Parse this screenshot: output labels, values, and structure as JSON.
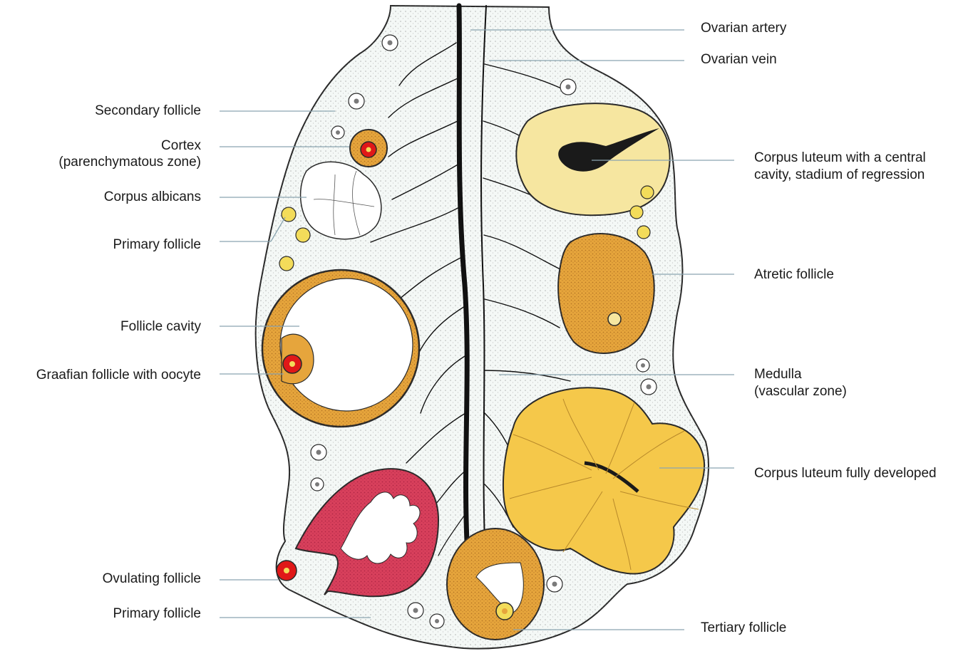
{
  "diagram": {
    "labels_left": {
      "secondary_follicle": "Secondary follicle",
      "cortex_line1": "Cortex",
      "cortex_line2": "(parenchymatous zone)",
      "corpus_albicans": "Corpus albicans",
      "primary_follicle_upper": "Primary follicle",
      "follicle_cavity": "Follicle cavity",
      "graafian_follicle": "Graafian follicle with oocyte",
      "ovulating_follicle": "Ovulating follicle",
      "primary_follicle_lower": "Primary follicle"
    },
    "labels_right": {
      "ovarian_artery": "Ovarian artery",
      "ovarian_vein": "Ovarian vein",
      "corpus_luteum_regression_line1": "Corpus luteum with a central",
      "corpus_luteum_regression_line2": "cavity, stadium of regression",
      "atretic_follicle": "Atretic follicle",
      "medulla_line1": "Medulla",
      "medulla_line2": "(vascular zone)",
      "corpus_luteum_developed": "Corpus luteum fully developed",
      "tertiary_follicle": "Tertiary follicle"
    },
    "colors": {
      "stroma": "#f4f8f6",
      "outline": "#2a2a2a",
      "vessel": "#111111",
      "follicle_orange": "#e6a53c",
      "corpus_luteum_yellow": "#f5c84a",
      "corpus_luteum_pale": "#f6e6a0",
      "ovulating_red": "#d8405c",
      "oocyte_red": "#e01818",
      "primary_yellow": "#f3dc5a",
      "leader_line": "#8aa4b0"
    }
  }
}
